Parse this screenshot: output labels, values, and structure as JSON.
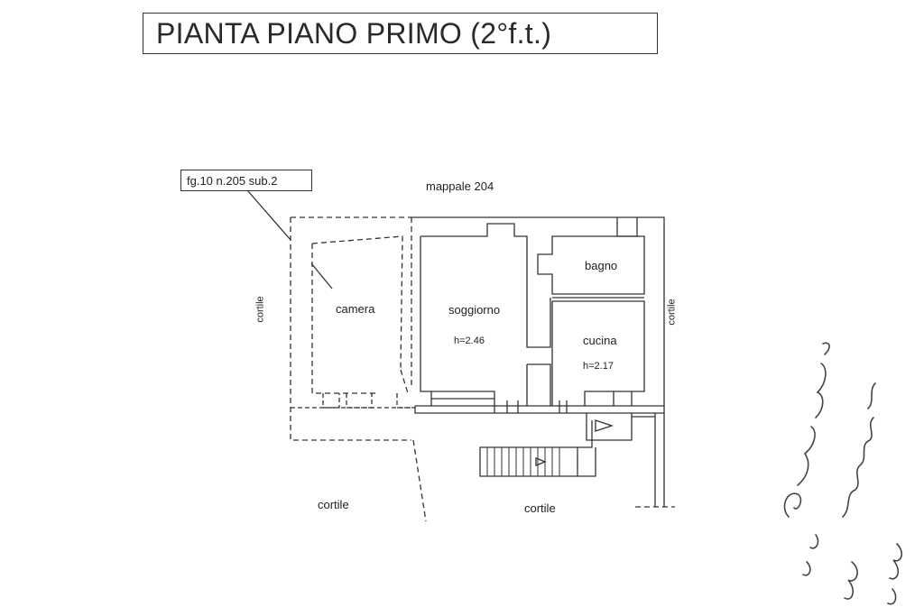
{
  "title": "PIANTA PIANO PRIMO (2°f.t.)",
  "reference": "fg.10  n.205 sub.2",
  "labels": {
    "neighbor": "mappale 204",
    "courtyard_left": "cortile",
    "courtyard_right": "cortile",
    "courtyard_bottom_left": "cortile",
    "courtyard_bottom_right": "cortile",
    "room_camera": "camera",
    "room_soggiorno": "soggiorno",
    "room_soggiorno_height": "h=2.46",
    "room_bagno": "bagno",
    "room_cucina": "cucina",
    "room_cucina_height": "h=2.17"
  }
}
